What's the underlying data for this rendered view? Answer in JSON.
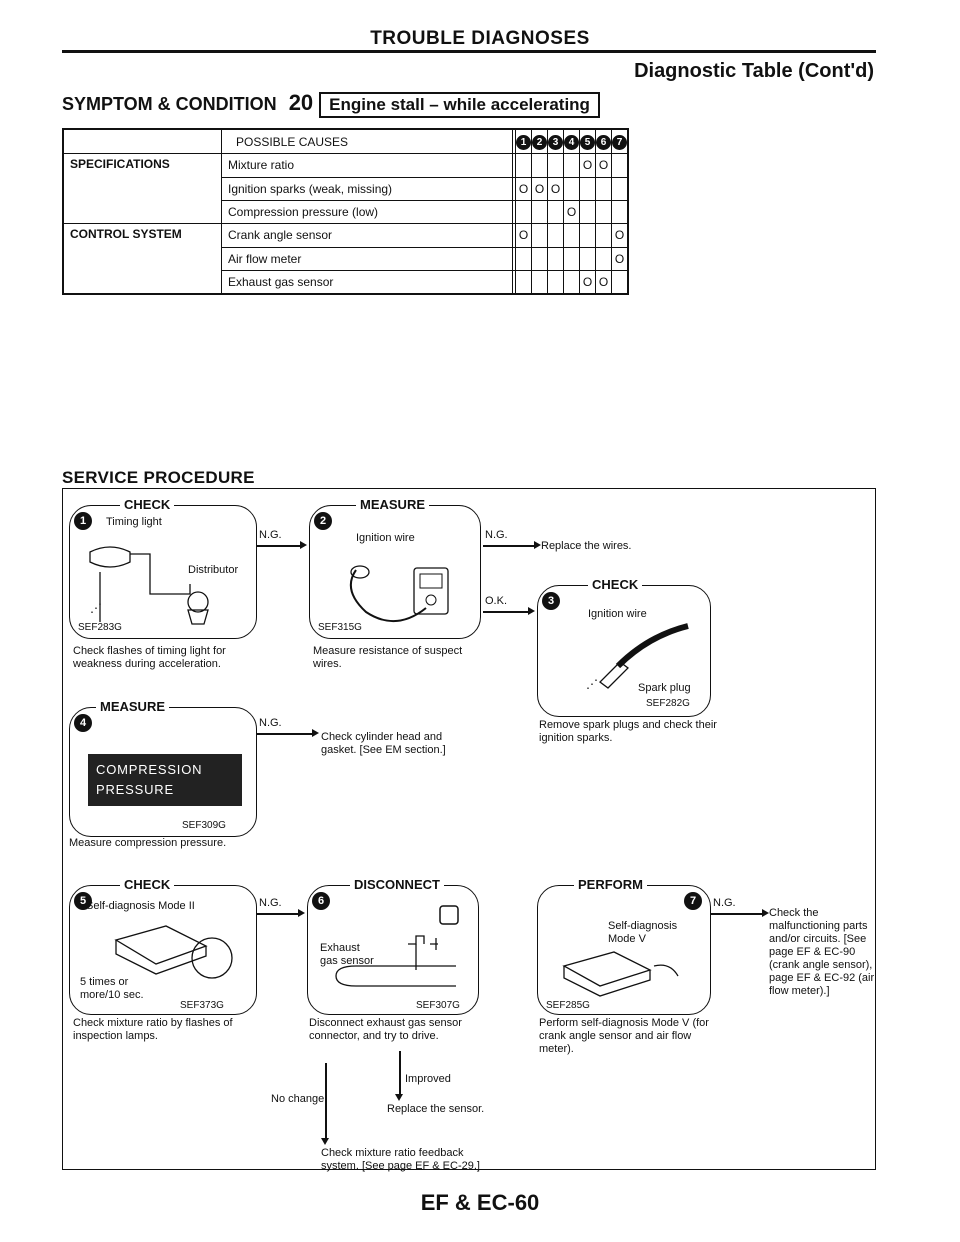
{
  "header": {
    "title": "TROUBLE DIAGNOSES",
    "subtitle": "Diagnostic Table (Cont'd)",
    "symptom_label": "SYMPTOM & CONDITION",
    "symptom_number": "20",
    "symptom_text": "Engine stall – while accelerating"
  },
  "table": {
    "header_label": "POSSIBLE CAUSES",
    "step_numbers": [
      "1",
      "2",
      "3",
      "4",
      "5",
      "6",
      "7"
    ],
    "rows": [
      {
        "category": "SPECIFICATIONS",
        "cause": "Mixture ratio",
        "marks": [
          "",
          "",
          "",
          "",
          "O",
          "O",
          ""
        ]
      },
      {
        "category": "",
        "cause": "Ignition sparks (weak, missing)",
        "marks": [
          "O",
          "O",
          "O",
          "",
          "",
          "",
          ""
        ]
      },
      {
        "category": "",
        "cause": "Compression pressure (low)",
        "marks": [
          "",
          "",
          "",
          "O",
          "",
          "",
          ""
        ]
      },
      {
        "category": "CONTROL SYSTEM",
        "cause": "Crank angle sensor",
        "marks": [
          "O",
          "",
          "",
          "",
          "",
          "",
          "O"
        ]
      },
      {
        "category": "",
        "cause": "Air flow meter",
        "marks": [
          "",
          "",
          "",
          "",
          "",
          "",
          "O"
        ]
      },
      {
        "category": "",
        "cause": "Exhaust gas sensor",
        "marks": [
          "",
          "",
          "",
          "",
          "O",
          "O",
          ""
        ]
      }
    ]
  },
  "service": {
    "title": "SERVICE PROCEDURE",
    "step1": {
      "num": "1",
      "title": "CHECK",
      "label1": "Timing light",
      "label2": "Distributor",
      "code": "SEF283G",
      "desc": "Check flashes of timing light for weakness during acceleration."
    },
    "arrow1": "N.G.",
    "step2": {
      "num": "2",
      "title": "MEASURE",
      "label1": "Ignition wire",
      "code": "SEF315G",
      "desc": "Measure resistance of suspect wires."
    },
    "arrow2": "N.G.",
    "result2": "Replace the wires.",
    "arrow2b": "O.K.",
    "step3": {
      "num": "3",
      "title": "CHECK",
      "label1": "Ignition wire",
      "label2": "Spark plug",
      "code": "SEF282G",
      "desc": "Remove spark plugs and check their ignition sparks."
    },
    "step4": {
      "num": "4",
      "title": "MEASURE",
      "panel": "COMPRESSION PRESSURE",
      "code": "SEF309G",
      "desc": "Measure compression pressure."
    },
    "arrow4": "N.G.",
    "result4": "Check cylinder head and gasket. [See EM section.]",
    "step5": {
      "num": "5",
      "title": "CHECK",
      "label1": "Self-diagnosis Mode II",
      "label2": "5 times or more/10 sec.",
      "code": "SEF373G",
      "desc": "Check mixture ratio by flashes of inspection lamps."
    },
    "arrow5": "N.G.",
    "step6": {
      "num": "6",
      "title": "DISCONNECT",
      "label1": "Exhaust gas sensor",
      "code": "SEF307G",
      "desc": "Disconnect exhaust gas sensor connector, and try to drive."
    },
    "improved": "Improved",
    "replace_sensor": "Replace the sensor.",
    "no_change": "No change",
    "result6": "Check mixture ratio feedback system. [See page EF & EC-29.]",
    "step7": {
      "num": "7",
      "title": "PERFORM",
      "label1": "Self-diagnosis Mode V",
      "code": "SEF285G",
      "desc": "Perform self-diagnosis Mode V (for crank angle sensor and air flow meter)."
    },
    "arrow7": "N.G.",
    "result7": "Check the malfunctioning parts and/or circuits. [See page EF & EC-90 (crank angle sensor), page EF & EC-92 (air flow meter).]"
  },
  "footer": {
    "page": "EF & EC-60"
  }
}
